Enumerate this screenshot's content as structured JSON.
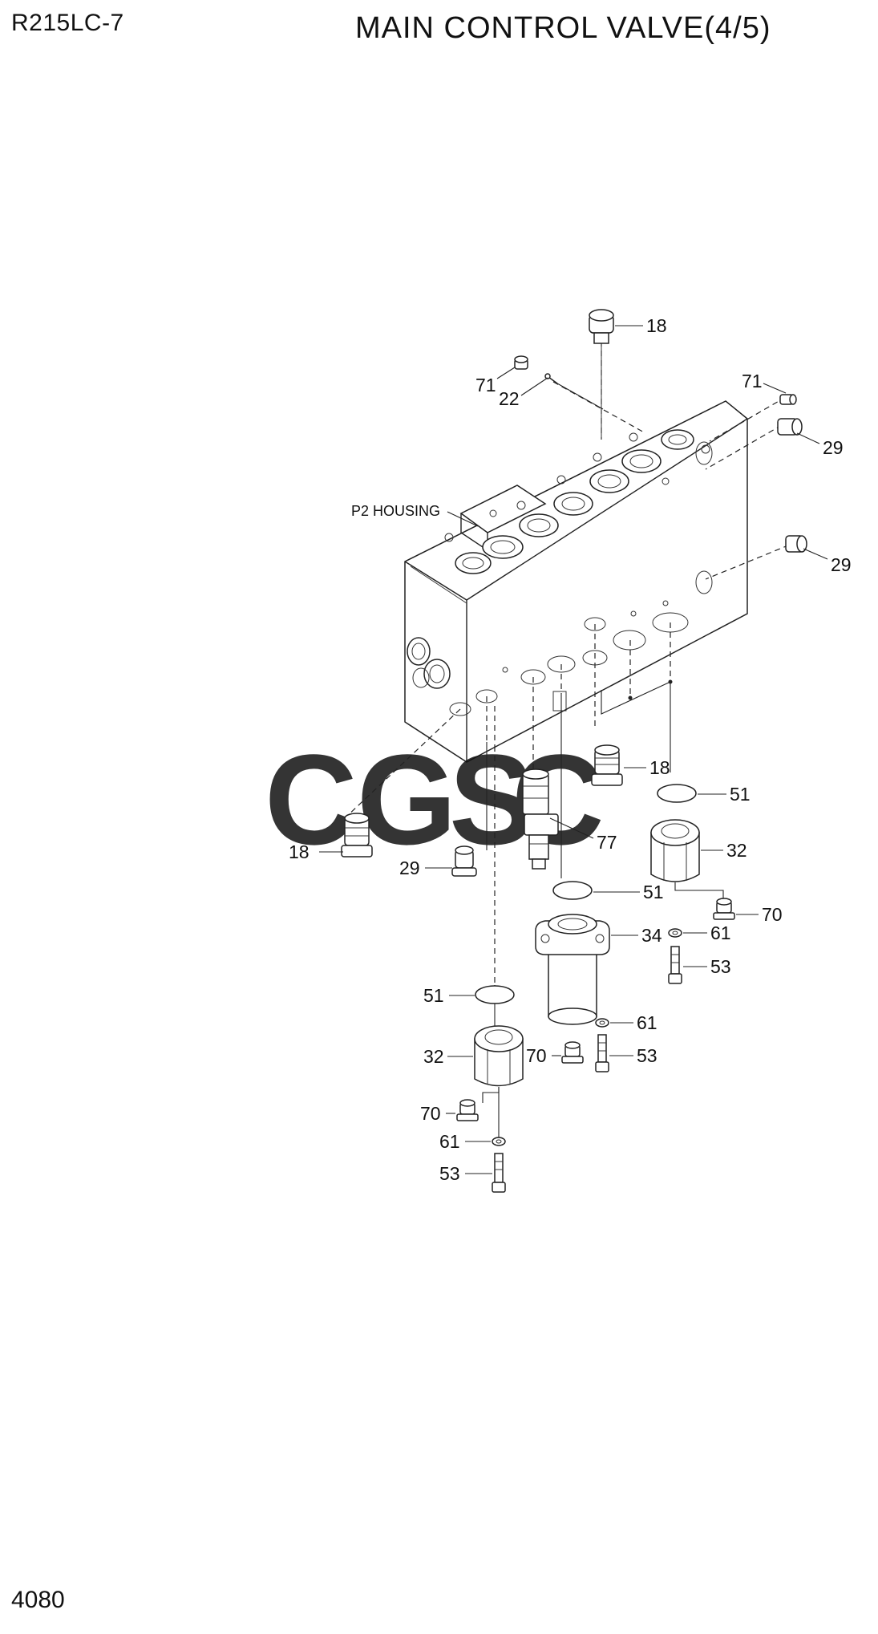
{
  "header": {
    "model": "R215LC-7",
    "title": "MAIN CONTROL VALVE(4/5)"
  },
  "housing_label": "P2 HOUSING",
  "watermark": {
    "letters": [
      "C",
      "G",
      "S",
      "C"
    ],
    "colors": [
      "#4f8ef0",
      "#f08080",
      "#f5d040",
      "#40c090"
    ]
  },
  "callouts": {
    "c18_top": "18",
    "c71_a": "71",
    "c22": "22",
    "c71_b": "71",
    "c29_a": "29",
    "c29_b": "29",
    "c18_mid": "18",
    "c51_a": "51",
    "c32_a": "32",
    "c77": "77",
    "c18_left": "18",
    "c29_c": "29",
    "c51_b": "51",
    "c70_a": "70",
    "c34": "34",
    "c61_a": "61",
    "c53_a": "53",
    "c51_c": "51",
    "c61_b": "61",
    "c32_b": "32",
    "c70_b": "70",
    "c53_b": "53",
    "c70_c": "70",
    "c61_c": "61",
    "c53_c": "53"
  },
  "footer": {
    "page": "4080"
  }
}
